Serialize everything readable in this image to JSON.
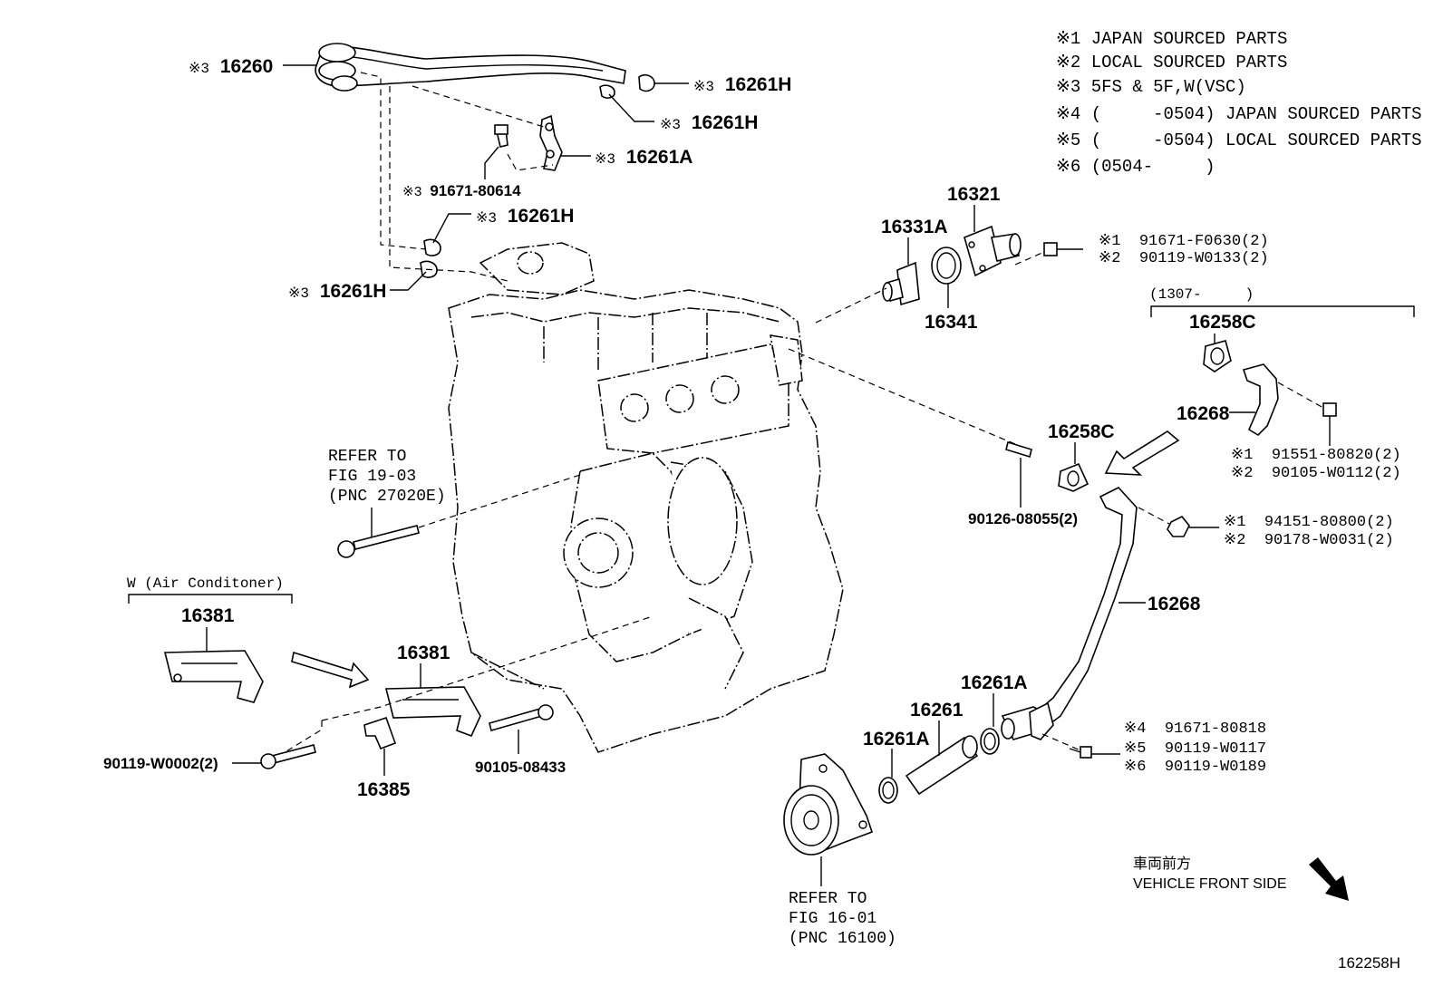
{
  "notes": [
    "※1 JAPAN SOURCED PARTS",
    "※2 LOCAL SOURCED PARTS",
    "※3 5FS & 5F,W(VSC)",
    "※4 (     -0504) JAPAN SOURCED PARTS",
    "※5 (     -0504) LOCAL SOURCED PARTS",
    "※6 (0504-     )"
  ],
  "callouts": {
    "c16260": {
      "mark": "※3",
      "pn": "16260"
    },
    "c16261H_a": {
      "mark": "※3",
      "pn": "16261H"
    },
    "c16261H_b": {
      "mark": "※3",
      "pn": "16261H"
    },
    "c16261A_t": {
      "mark": "※3",
      "pn": "16261A"
    },
    "c91671_80614": {
      "mark": "※3",
      "pn": "91671-80614"
    },
    "c16261H_c": {
      "mark": "※3",
      "pn": "16261H"
    },
    "c16261H_d": {
      "mark": "※3",
      "pn": "16261H"
    },
    "c16321": {
      "pn": "16321"
    },
    "c16331A": {
      "pn": "16331A"
    },
    "c16341": {
      "pn": "16341"
    },
    "c_bolt_thermo": {
      "l1": "※1  91671-F0630(2)",
      "l2": "※2  90119-W0133(2)"
    },
    "c_range_1307": {
      "text": "(1307-     )"
    },
    "c16258C_top": {
      "pn": "16258C"
    },
    "c16268_top": {
      "pn": "16268"
    },
    "c_bolt_pipe_top": {
      "l1": "※1  91551-80820(2)",
      "l2": "※2  90105-W0112(2)"
    },
    "c16258C_mid": {
      "pn": "16258C"
    },
    "c90126": {
      "pn": "90126-08055(2)"
    },
    "c_nut_pipe": {
      "l1": "※1  94151-80800(2)",
      "l2": "※2  90178-W0031(2)"
    },
    "c16268_main": {
      "pn": "16268"
    },
    "c16261A_r": {
      "pn": "16261A"
    },
    "c16261": {
      "pn": "16261"
    },
    "c16261A_l": {
      "pn": "16261A"
    },
    "c_bolt_clip": {
      "l1": "※4  91671-80818",
      "l2": "※5  90119-W0117",
      "l3": "※6  90119-W0189"
    },
    "c_refer_pump": {
      "l1": "REFER TO",
      "l2": "FIG 16-01",
      "l3": "(PNC 16100)"
    },
    "c_refer_bolt": {
      "l1": "REFER TO",
      "l2": "FIG 19-03",
      "l3": "(PNC 27020E)"
    },
    "c_aircon": {
      "text": "W (Air Conditoner)"
    },
    "c16381_a": {
      "pn": "16381"
    },
    "c16381_b": {
      "pn": "16381"
    },
    "c90119_w0002": {
      "pn": "90119-W0002(2)"
    },
    "c16385": {
      "pn": "16385"
    },
    "c90105_08433": {
      "pn": "90105-08433"
    }
  },
  "front": {
    "jp": "車両前方",
    "en": "VEHICLE FRONT SIDE"
  },
  "diagram_id": "162258H"
}
